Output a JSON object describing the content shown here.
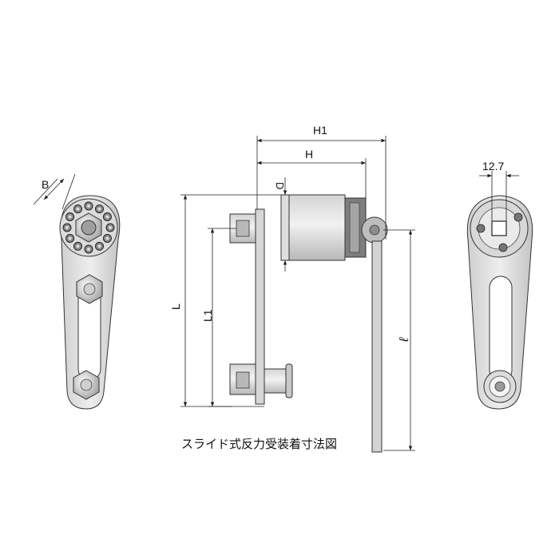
{
  "caption": "スライド式反力受装着寸法図",
  "dimensions": {
    "h1": "H1",
    "h": "H",
    "d": "D",
    "l": "L",
    "l1": "L1",
    "ell": "ℓ",
    "b": "B",
    "square_drive": "12.7"
  },
  "colors": {
    "metal_light": "#e6e6e6",
    "metal_mid": "#c8c8c8",
    "metal_dark": "#8a8a8a",
    "outline": "#333333",
    "dim_line": "#222222"
  }
}
